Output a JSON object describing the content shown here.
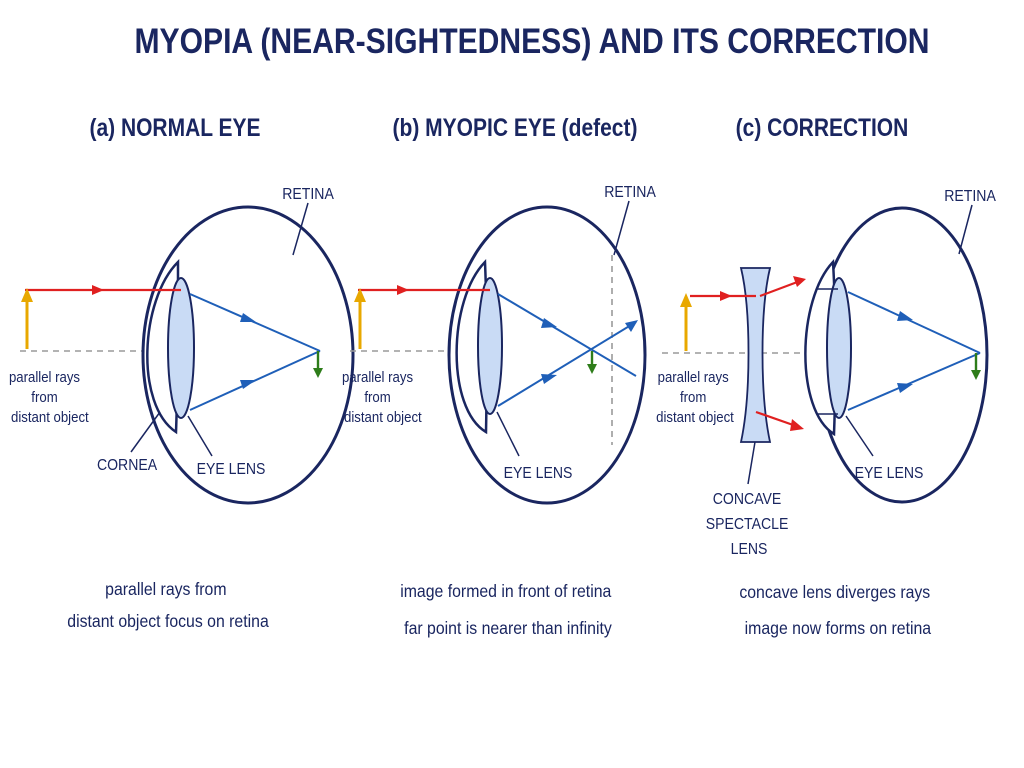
{
  "title": "MYOPIA (NEAR-SIGHTEDNESS) AND ITS CORRECTION",
  "colors": {
    "navy": "#1a2660",
    "ray_incoming": "#e02020",
    "ray_refracted": "#1f5fb8",
    "object_arrow": "#e8a800",
    "image_arrow": "#2e7d1a",
    "lens_fill": "#c9dbf5"
  },
  "panels": {
    "normal": {
      "heading": "(a) NORMAL EYE",
      "retina": "RETINA",
      "object_label": [
        "parallel rays",
        "from",
        "distant object"
      ],
      "cornea": "CORNEA",
      "eye_lens": "EYE LENS",
      "caption": [
        "parallel rays from",
        "distant object focus on retina"
      ]
    },
    "myopic": {
      "heading": "(b) MYOPIC EYE (defect)",
      "retina": "RETINA",
      "object_label": [
        "parallel rays",
        "from",
        "distant object"
      ],
      "eye_lens": "EYE LENS",
      "caption": [
        "image formed in front of retina",
        "far point is nearer than infinity"
      ]
    },
    "correction": {
      "heading": "(c) CORRECTION",
      "retina": "RETINA",
      "object_label": [
        "parallel rays",
        "from",
        "distant object"
      ],
      "eye_lens": "EYE LENS",
      "spectacle_lens": [
        "CONCAVE",
        "SPECTACLE",
        "LENS"
      ],
      "caption": [
        "concave lens diverges rays",
        "image now forms on retina"
      ]
    }
  }
}
